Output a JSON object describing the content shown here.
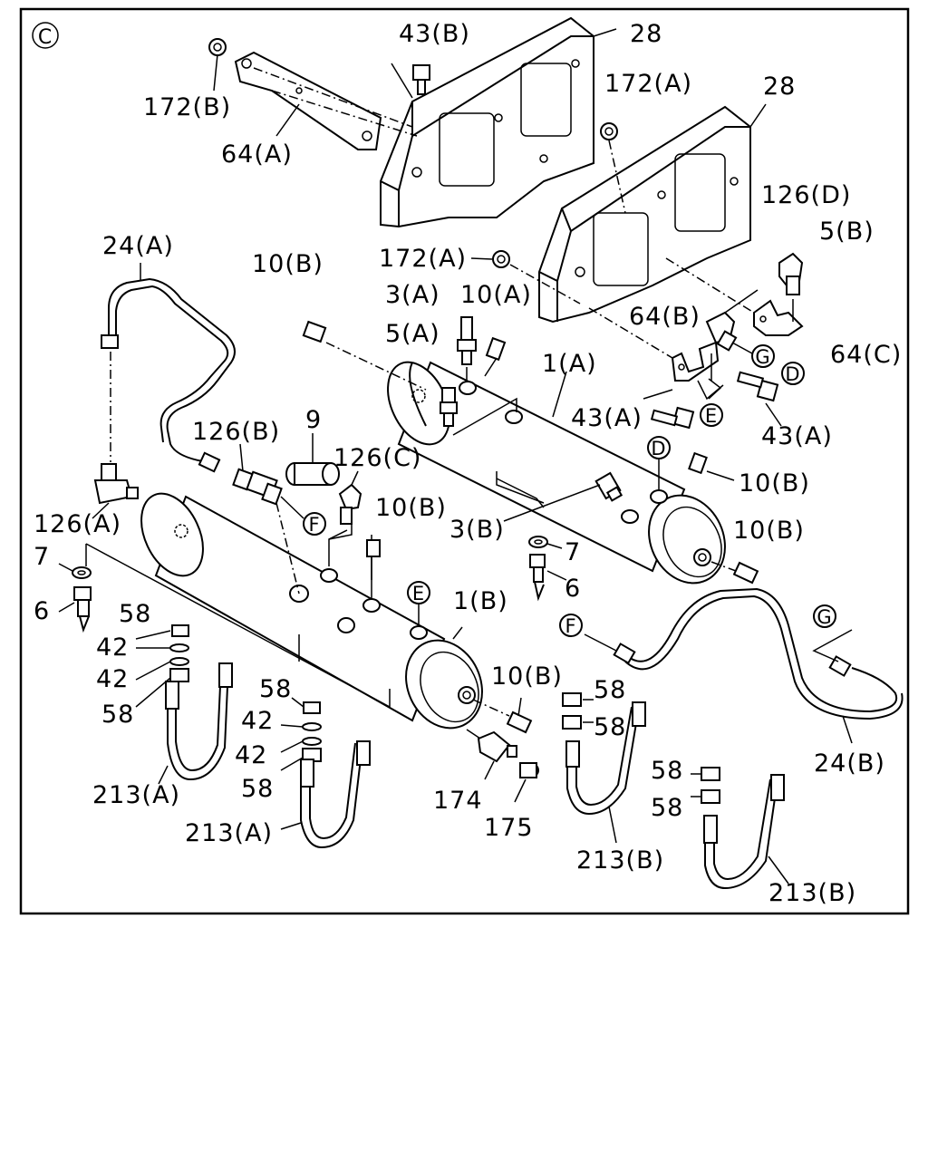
{
  "section_mark": "C",
  "labels": {
    "l_43B": "43(B)",
    "l_28a": "28",
    "l_28b": "28",
    "l_172B": "172(B)",
    "l_64A": "64(A)",
    "l_172A_top": "172(A)",
    "l_24A": "24(A)",
    "l_10B_a": "10(B)",
    "l_172A_mid": "172(A)",
    "l_126D": "126(D)",
    "l_5B": "5(B)",
    "l_3A": "3(A)",
    "l_10A": "10(A)",
    "l_5A": "5(A)",
    "l_64B": "64(B)",
    "l_64C": "64(C)",
    "l_1A": "1(A)",
    "l_43A_a": "43(A)",
    "l_43A_b": "43(A)",
    "l_9": "9",
    "l_126B": "126(B)",
    "l_126C": "126(C)",
    "l_10B_b": "10(B)",
    "l_10B_c": "10(B)",
    "l_10B_d": "10(B)",
    "l_126A": "126(A)",
    "l_3B": "3(B)",
    "l_7a": "7",
    "l_7b": "7",
    "l_6a": "6",
    "l_6b": "6",
    "l_1B": "1(B)",
    "l_58a": "58",
    "l_42a": "42",
    "l_42b": "42",
    "l_58b": "58",
    "l_58c": "58",
    "l_42c": "42",
    "l_42d": "42",
    "l_58d": "58",
    "l_213A_a": "213(A)",
    "l_213A_b": "213(A)",
    "l_10B_e": "10(B)",
    "l_174": "174",
    "l_175": "175",
    "l_58e": "58",
    "l_58f": "58",
    "l_58g": "58",
    "l_58h": "58",
    "l_213B_a": "213(B)",
    "l_213B_b": "213(B)",
    "l_24B": "24(B)"
  },
  "connection_marks": {
    "G_a": "G",
    "D_a": "D",
    "E_a": "E",
    "D_b": "D",
    "F_a": "F",
    "E_b": "E",
    "F_b": "F",
    "G_b": "G"
  }
}
